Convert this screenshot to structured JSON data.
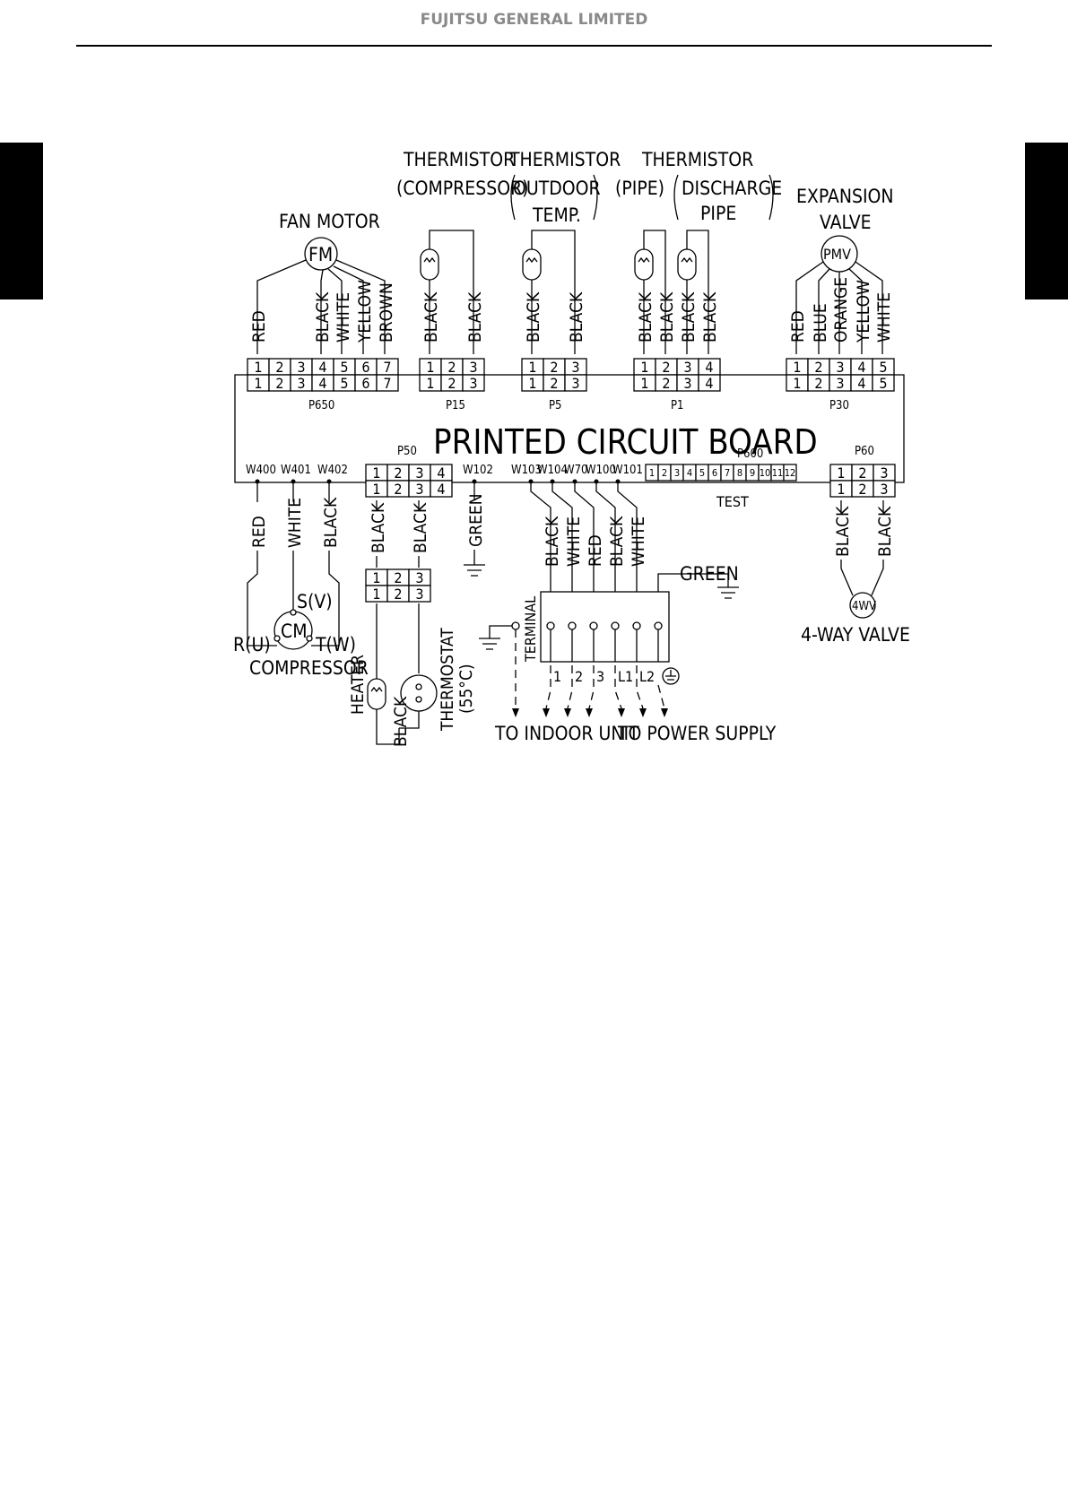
{
  "header": {
    "title": "FUJITSU GENERAL LIMITED"
  },
  "diagram": {
    "board_label": "PRINTED CIRCUIT BOARD",
    "fan_motor": {
      "title": "FAN MOTOR",
      "symbol": "FM",
      "connector": "P650",
      "pins": [
        "1",
        "2",
        "3",
        "4",
        "5",
        "6",
        "7"
      ],
      "wires": [
        "RED",
        "BLACK",
        "WHITE",
        "YELLOW",
        "BROWN"
      ]
    },
    "thermistor_compressor": {
      "title_line1": "THERMISTOR",
      "title_line2": "(COMPRESSOR)",
      "connector": "P15",
      "pins": [
        "1",
        "2",
        "3"
      ],
      "wires": [
        "BLACK",
        "BLACK"
      ]
    },
    "thermistor_outdoor": {
      "title_line1": "THERMISTOR",
      "title_line2": "OUTDOOR",
      "title_line3": "TEMP.",
      "connector": "P5",
      "pins": [
        "1",
        "2",
        "3"
      ],
      "wires": [
        "BLACK",
        "BLACK"
      ]
    },
    "thermistor_pipe": {
      "title_line1": "THERMISTOR",
      "pipe_label": "(PIPE)",
      "discharge_line1": "DISCHARGE",
      "discharge_line2": "PIPE",
      "connector": "P1",
      "pins": [
        "1",
        "2",
        "3",
        "4"
      ],
      "wires": [
        "BLACK",
        "BLACK",
        "BLACK",
        "BLACK"
      ]
    },
    "expansion_valve": {
      "title_line1": "EXPANSION",
      "title_line2": "VALVE",
      "symbol": "PMV",
      "connector": "P30",
      "pins": [
        "1",
        "2",
        "3",
        "4",
        "5"
      ],
      "wires": [
        "RED",
        "BLUE",
        "ORANGE",
        "YELLOW",
        "WHITE"
      ]
    },
    "compressor": {
      "terminals": [
        "W400",
        "W401",
        "W402"
      ],
      "wires": [
        "RED",
        "WHITE",
        "BLACK"
      ],
      "symbol": "CM",
      "label_s": "S(V)",
      "label_r": "R(U)",
      "label_t": "T(W)",
      "title": "COMPRESSOR"
    },
    "p50": {
      "connector": "P50",
      "pins": [
        "1",
        "2",
        "3",
        "4"
      ],
      "wires": [
        "BLACK",
        "BLACK"
      ],
      "sub_pins": [
        "1",
        "2",
        "3"
      ],
      "heater": "HEATER",
      "heater_wire": "BLACK",
      "thermostat": "THERMOSTAT",
      "thermostat_temp": "(55°C)"
    },
    "ground_w102": {
      "terminal": "W102",
      "wire": "GREEN"
    },
    "terminal_block": {
      "terminals": [
        "W103",
        "W104",
        "W70",
        "W100",
        "W101"
      ],
      "wires": [
        "BLACK",
        "WHITE",
        "RED",
        "BLACK",
        "WHITE"
      ],
      "label": "TERMINAL",
      "ground_wire": "GREEN",
      "positions": [
        "1",
        "2",
        "3",
        "L1",
        "L2"
      ],
      "to_indoor": "TO INDOOR UNIT",
      "to_power": "TO POWER SUPPLY"
    },
    "p600": {
      "connector": "P600",
      "pins": [
        "1",
        "2",
        "3",
        "4",
        "5",
        "6",
        "7",
        "8",
        "9",
        "10",
        "11",
        "12"
      ],
      "test_label": "TEST"
    },
    "four_way_valve": {
      "connector": "P60",
      "pins": [
        "1",
        "2",
        "3"
      ],
      "wires": [
        "BLACK",
        "BLACK"
      ],
      "symbol": "4WV",
      "title": "4-WAY VALVE"
    }
  }
}
